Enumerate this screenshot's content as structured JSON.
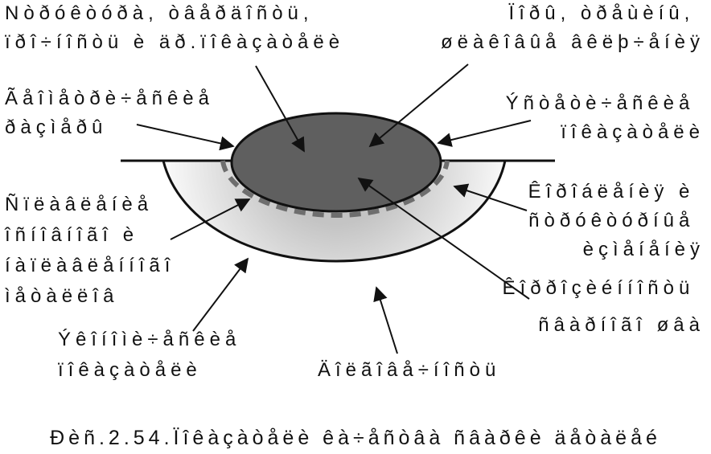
{
  "figure": {
    "labels": {
      "structure_top_left": [
        "Nòðóêòóðà, òâåðäîñòü,",
        "ïðî÷íîñòü è äð.ïîêàçàòåëè"
      ],
      "defects_top_right": [
        "Ïîðû, òðåùèíû,",
        "øëàêîâûå âêëþ÷åíèÿ"
      ],
      "geometric_size": [
        "Ãåîìåòðè÷åñêèå",
        "ðàçìåðû"
      ],
      "chemical_indicators": [
        "Ýñòåòè÷åñêèå",
        "ïîêàçàòåëè"
      ],
      "fusion": [
        "Ñïëàâëåíèå",
        "îñíîâíîãî è",
        "íàïëàâëåííîãî",
        "ìåòàëëîâ"
      ],
      "warping": [
        "Êîðîáëåíèÿ è",
        "ñòðóêòóðíûå",
        "èçìåíåíèÿ"
      ],
      "economic_indicators": [
        "Ýêîíîìè÷åñêèå",
        "ïîêàçàòåëè"
      ],
      "durability": [
        "Äîëãîâå÷íîñòü"
      ],
      "corrosion": [
        "Êîððîçèéííîñòü",
        "ñâàðíîãî øâà"
      ]
    },
    "caption": "Ðèñ.2.54.Ïîêàçàòåëè êà÷åñòâà ñâàðêè äåòàëåé",
    "colors": {
      "weld_bead": "#5f5f5f",
      "outline": "#111111",
      "fusion_line": "#6e6e6e",
      "haz_dark": "#c4c4c4",
      "haz_light": "#ffffff"
    }
  }
}
